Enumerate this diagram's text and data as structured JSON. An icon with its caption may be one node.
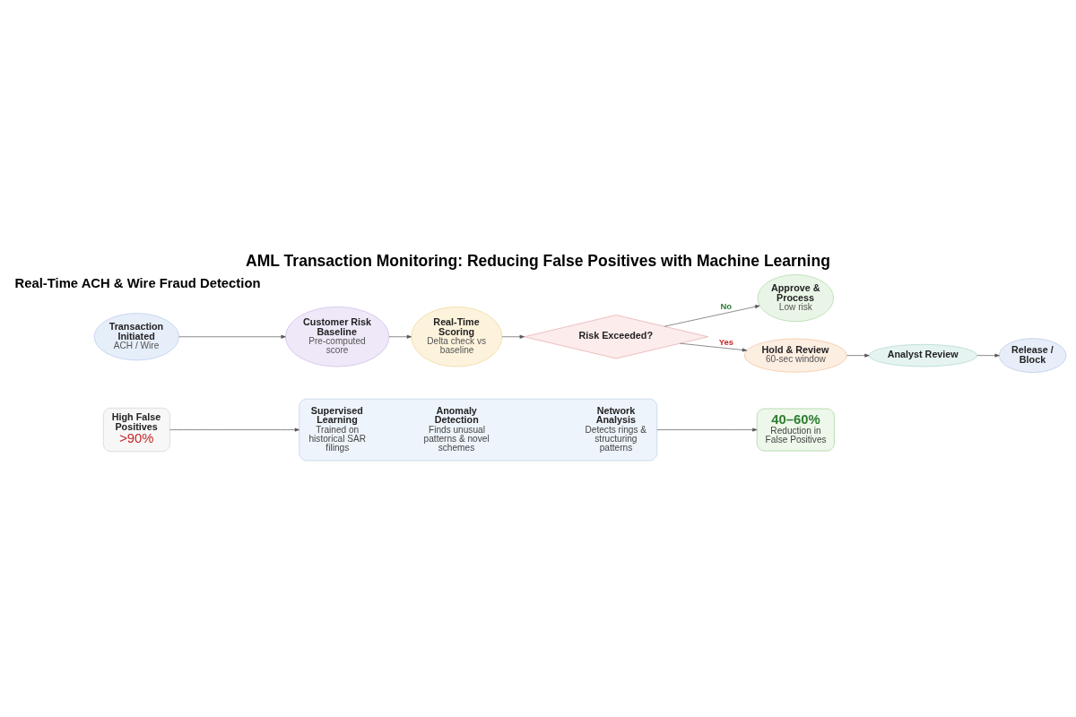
{
  "diagram": {
    "title": "AML Transaction Monitoring: Reducing False Positives with Machine Learning",
    "nodes": [
      {
        "text": [
          "High False Positives",
          ">90%"
        ]
      },
      {
        "text": [],
        "shape": "box"
      },
      {
        "text": [
          "Supervised Learning",
          "Trained on historical SAR filings"
        ],
        "in": 1
      },
      {
        "text": [
          "Anomaly Detection",
          "Finds unusual patterns & novel schemes"
        ],
        "in": 1
      },
      {
        "text": [
          "Network Analysis",
          "Detects rings & structuring patterns"
        ],
        "in": 1
      },
      {
        "text": [
          "40–60%",
          "Reduction in False Positives"
        ]
      },
      {
        "text": [
          "Transaction Initiated",
          "ACH / Wire"
        ]
      },
      {
        "text": [
          "Customer Risk Baseline",
          "Pre-computed score"
        ]
      },
      {
        "text": [
          "Real-Time Scoring",
          "Delta check vs baseline"
        ]
      },
      {
        "text": [
          "Risk Exceeded?"
        ]
      },
      {
        "text": [
          "Approve & Process",
          "Low risk"
        ]
      },
      {
        "text": [
          "Hold & Review",
          "60-sec window"
        ]
      },
      {
        "text": [
          "Analyst Review"
        ]
      },
      {
        "text": [
          "Release / Block"
        ]
      }
    ],
    "edges": [
      {
        "from": 0,
        "to": 1,
        "arrow": "to"
      },
      {
        "from": 1,
        "to": 5,
        "arrow": "to"
      },
      {
        "from": 6,
        "to": 7,
        "arrow": "to"
      },
      {
        "from": 7,
        "to": 8,
        "arrow": "to"
      },
      {
        "from": 8,
        "to": 9,
        "arrow": "to"
      },
      {
        "from": 9,
        "to": 10,
        "label": "No",
        "arrow": "to"
      },
      {
        "from": 9,
        "to": 11,
        "label": "Yes",
        "arrow": "to"
      },
      {
        "from": 11,
        "to": 12,
        "arrow": "to"
      },
      {
        "from": 12,
        "to": 13,
        "arrow": "to"
      }
    ],
    "labels": [
      "Real-Time ACH & Wire Fraud Detection"
    ]
  }
}
